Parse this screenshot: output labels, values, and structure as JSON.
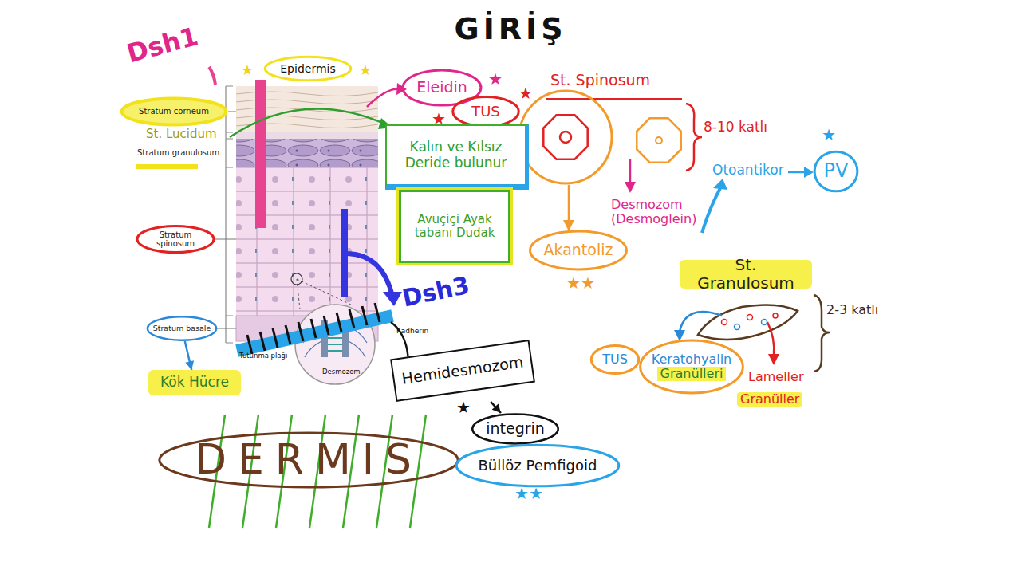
{
  "diagram": {
    "title": "GİRİŞ",
    "nodes": [
      {
        "text": [
          "Epidermis"
        ]
      },
      {
        "text": [
          "Stratum corneum"
        ]
      },
      {
        "text": [
          "Eleidin"
        ]
      },
      {
        "text": [
          "TUS"
        ]
      },
      {
        "text": [
          "Kalın ve Kılsız Deride bulunur"
        ]
      },
      {
        "text": [
          "Avuçiçi Ayak tabanı Dudak"
        ]
      },
      {
        "text": [
          "PV"
        ]
      },
      {
        "text": [
          "Stratum spinosum"
        ]
      },
      {
        "text": [
          "Akantoliz"
        ]
      },
      {
        "text": [
          "St. Granulosum"
        ]
      },
      {
        "text": [
          "Stratum basale"
        ]
      },
      {
        "text": [
          "TUS"
        ]
      },
      {
        "text": [
          "Keratohyalin",
          "Granülleri"
        ]
      },
      {
        "text": [
          "Kök Hücre"
        ]
      },
      {
        "text": [
          "Hemidesmozom"
        ]
      },
      {
        "text": [
          "integrin"
        ]
      },
      {
        "text": [
          "DERMIS"
        ]
      },
      {
        "text": [
          "Büllöz Pemfigoid"
        ]
      }
    ],
    "edges": [
      {
        "from": 10,
        "to": 13,
        "arrow": "to"
      },
      {
        "from": 14,
        "to": 15,
        "arrow": "to"
      }
    ],
    "labels": [
      "St. Lucidum",
      "Stratum granulosum",
      "Dsh1",
      "Dsh3",
      "★",
      "★",
      "★",
      "★",
      "★",
      "St. Spinosum",
      "8-10 katlı",
      "Desmozom (Desmoglein)",
      "★★",
      "Otoantikor",
      "★",
      "2-3 katlı",
      "Lameller",
      "Granüller",
      "Kadherin",
      "Tutunma plağı",
      "Desmozom",
      "★",
      "★★"
    ]
  }
}
